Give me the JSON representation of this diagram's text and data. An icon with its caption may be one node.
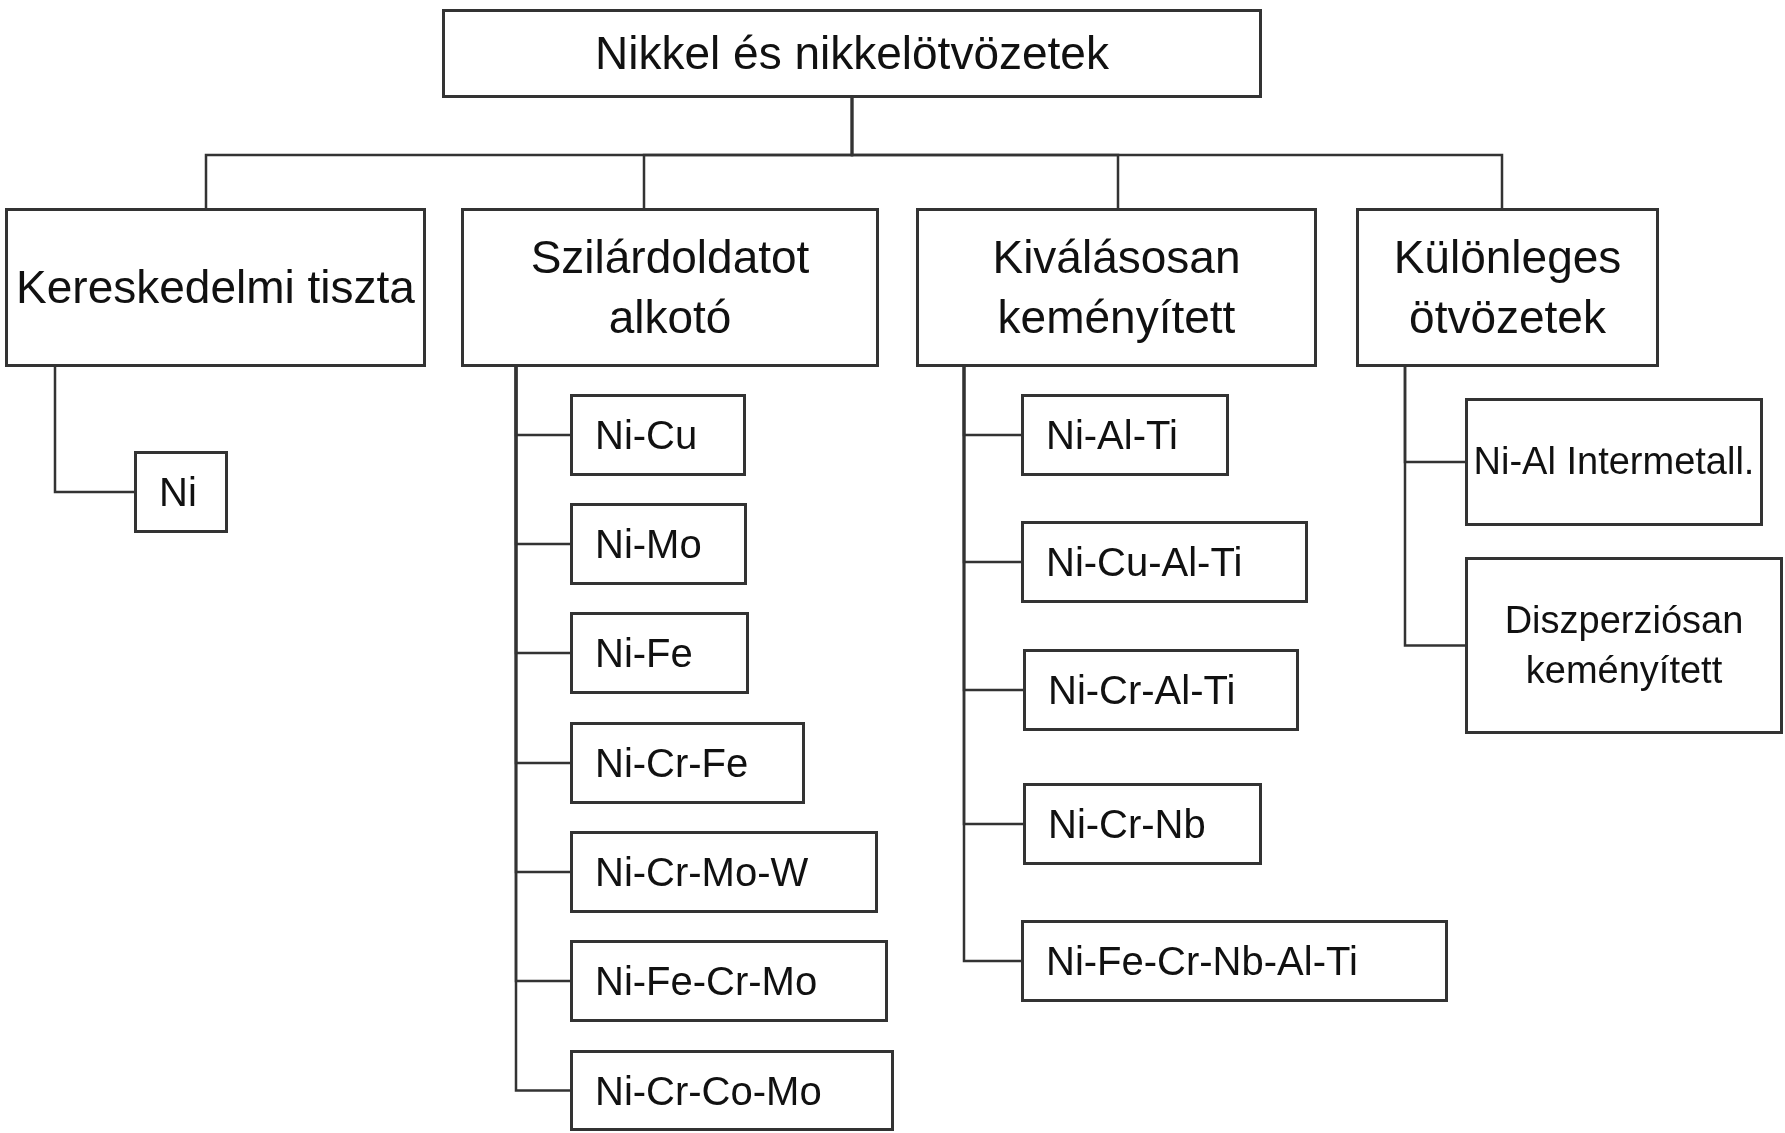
{
  "diagram": {
    "nodes": [
      {
        "text": [
          "Nikkel és nikkelötvözetek"
        ]
      },
      {
        "text": [
          "Kereskedelmi tiszta"
        ]
      },
      {
        "text": [
          "Szilárdoldatot alkotó"
        ]
      },
      {
        "text": [
          "Kiválásosan keményített"
        ]
      },
      {
        "text": [
          "Különleges ötvözetek"
        ]
      },
      {
        "text": [
          "Ni"
        ]
      },
      {
        "text": [
          "Ni-Cu"
        ]
      },
      {
        "text": [
          "Ni-Mo"
        ]
      },
      {
        "text": [
          "Ni-Fe"
        ]
      },
      {
        "text": [
          "Ni-Cr-Fe"
        ]
      },
      {
        "text": [
          "Ni-Cr-Mo-W"
        ]
      },
      {
        "text": [
          "Ni-Fe-Cr-Mo"
        ]
      },
      {
        "text": [
          "Ni-Cr-Co-Mo"
        ]
      },
      {
        "text": [
          "Ni-Al-Ti"
        ]
      },
      {
        "text": [
          "Ni-Cu-Al-Ti"
        ]
      },
      {
        "text": [
          "Ni-Cr-Al-Ti"
        ]
      },
      {
        "text": [
          "Ni-Cr-Nb"
        ]
      },
      {
        "text": [
          "Ni-Fe-Cr-Nb-Al-Ti"
        ]
      },
      {
        "text": [
          "Ni-Al Intermetall."
        ]
      },
      {
        "text": [
          "Diszperziósan keményített"
        ]
      }
    ],
    "edges": [
      {
        "from": 0,
        "to": 1,
        "arrow": "none"
      },
      {
        "from": 0,
        "to": 2,
        "arrow": "none"
      },
      {
        "from": 0,
        "to": 3,
        "arrow": "none"
      },
      {
        "from": 0,
        "to": 4,
        "arrow": "none"
      },
      {
        "from": 1,
        "to": 5,
        "arrow": "none"
      },
      {
        "from": 2,
        "to": 6,
        "arrow": "none"
      },
      {
        "from": 2,
        "to": 7,
        "arrow": "none"
      },
      {
        "from": 2,
        "to": 8,
        "arrow": "none"
      },
      {
        "from": 2,
        "to": 9,
        "arrow": "none"
      },
      {
        "from": 2,
        "to": 10,
        "arrow": "none"
      },
      {
        "from": 2,
        "to": 11,
        "arrow": "none"
      },
      {
        "from": 2,
        "to": 12,
        "arrow": "none"
      },
      {
        "from": 3,
        "to": 13,
        "arrow": "none"
      },
      {
        "from": 3,
        "to": 14,
        "arrow": "none"
      },
      {
        "from": 3,
        "to": 15,
        "arrow": "none"
      },
      {
        "from": 3,
        "to": 16,
        "arrow": "none"
      },
      {
        "from": 3,
        "to": 17,
        "arrow": "none"
      },
      {
        "from": 4,
        "to": 18,
        "arrow": "none"
      },
      {
        "from": 4,
        "to": 19,
        "arrow": "none"
      }
    ]
  }
}
